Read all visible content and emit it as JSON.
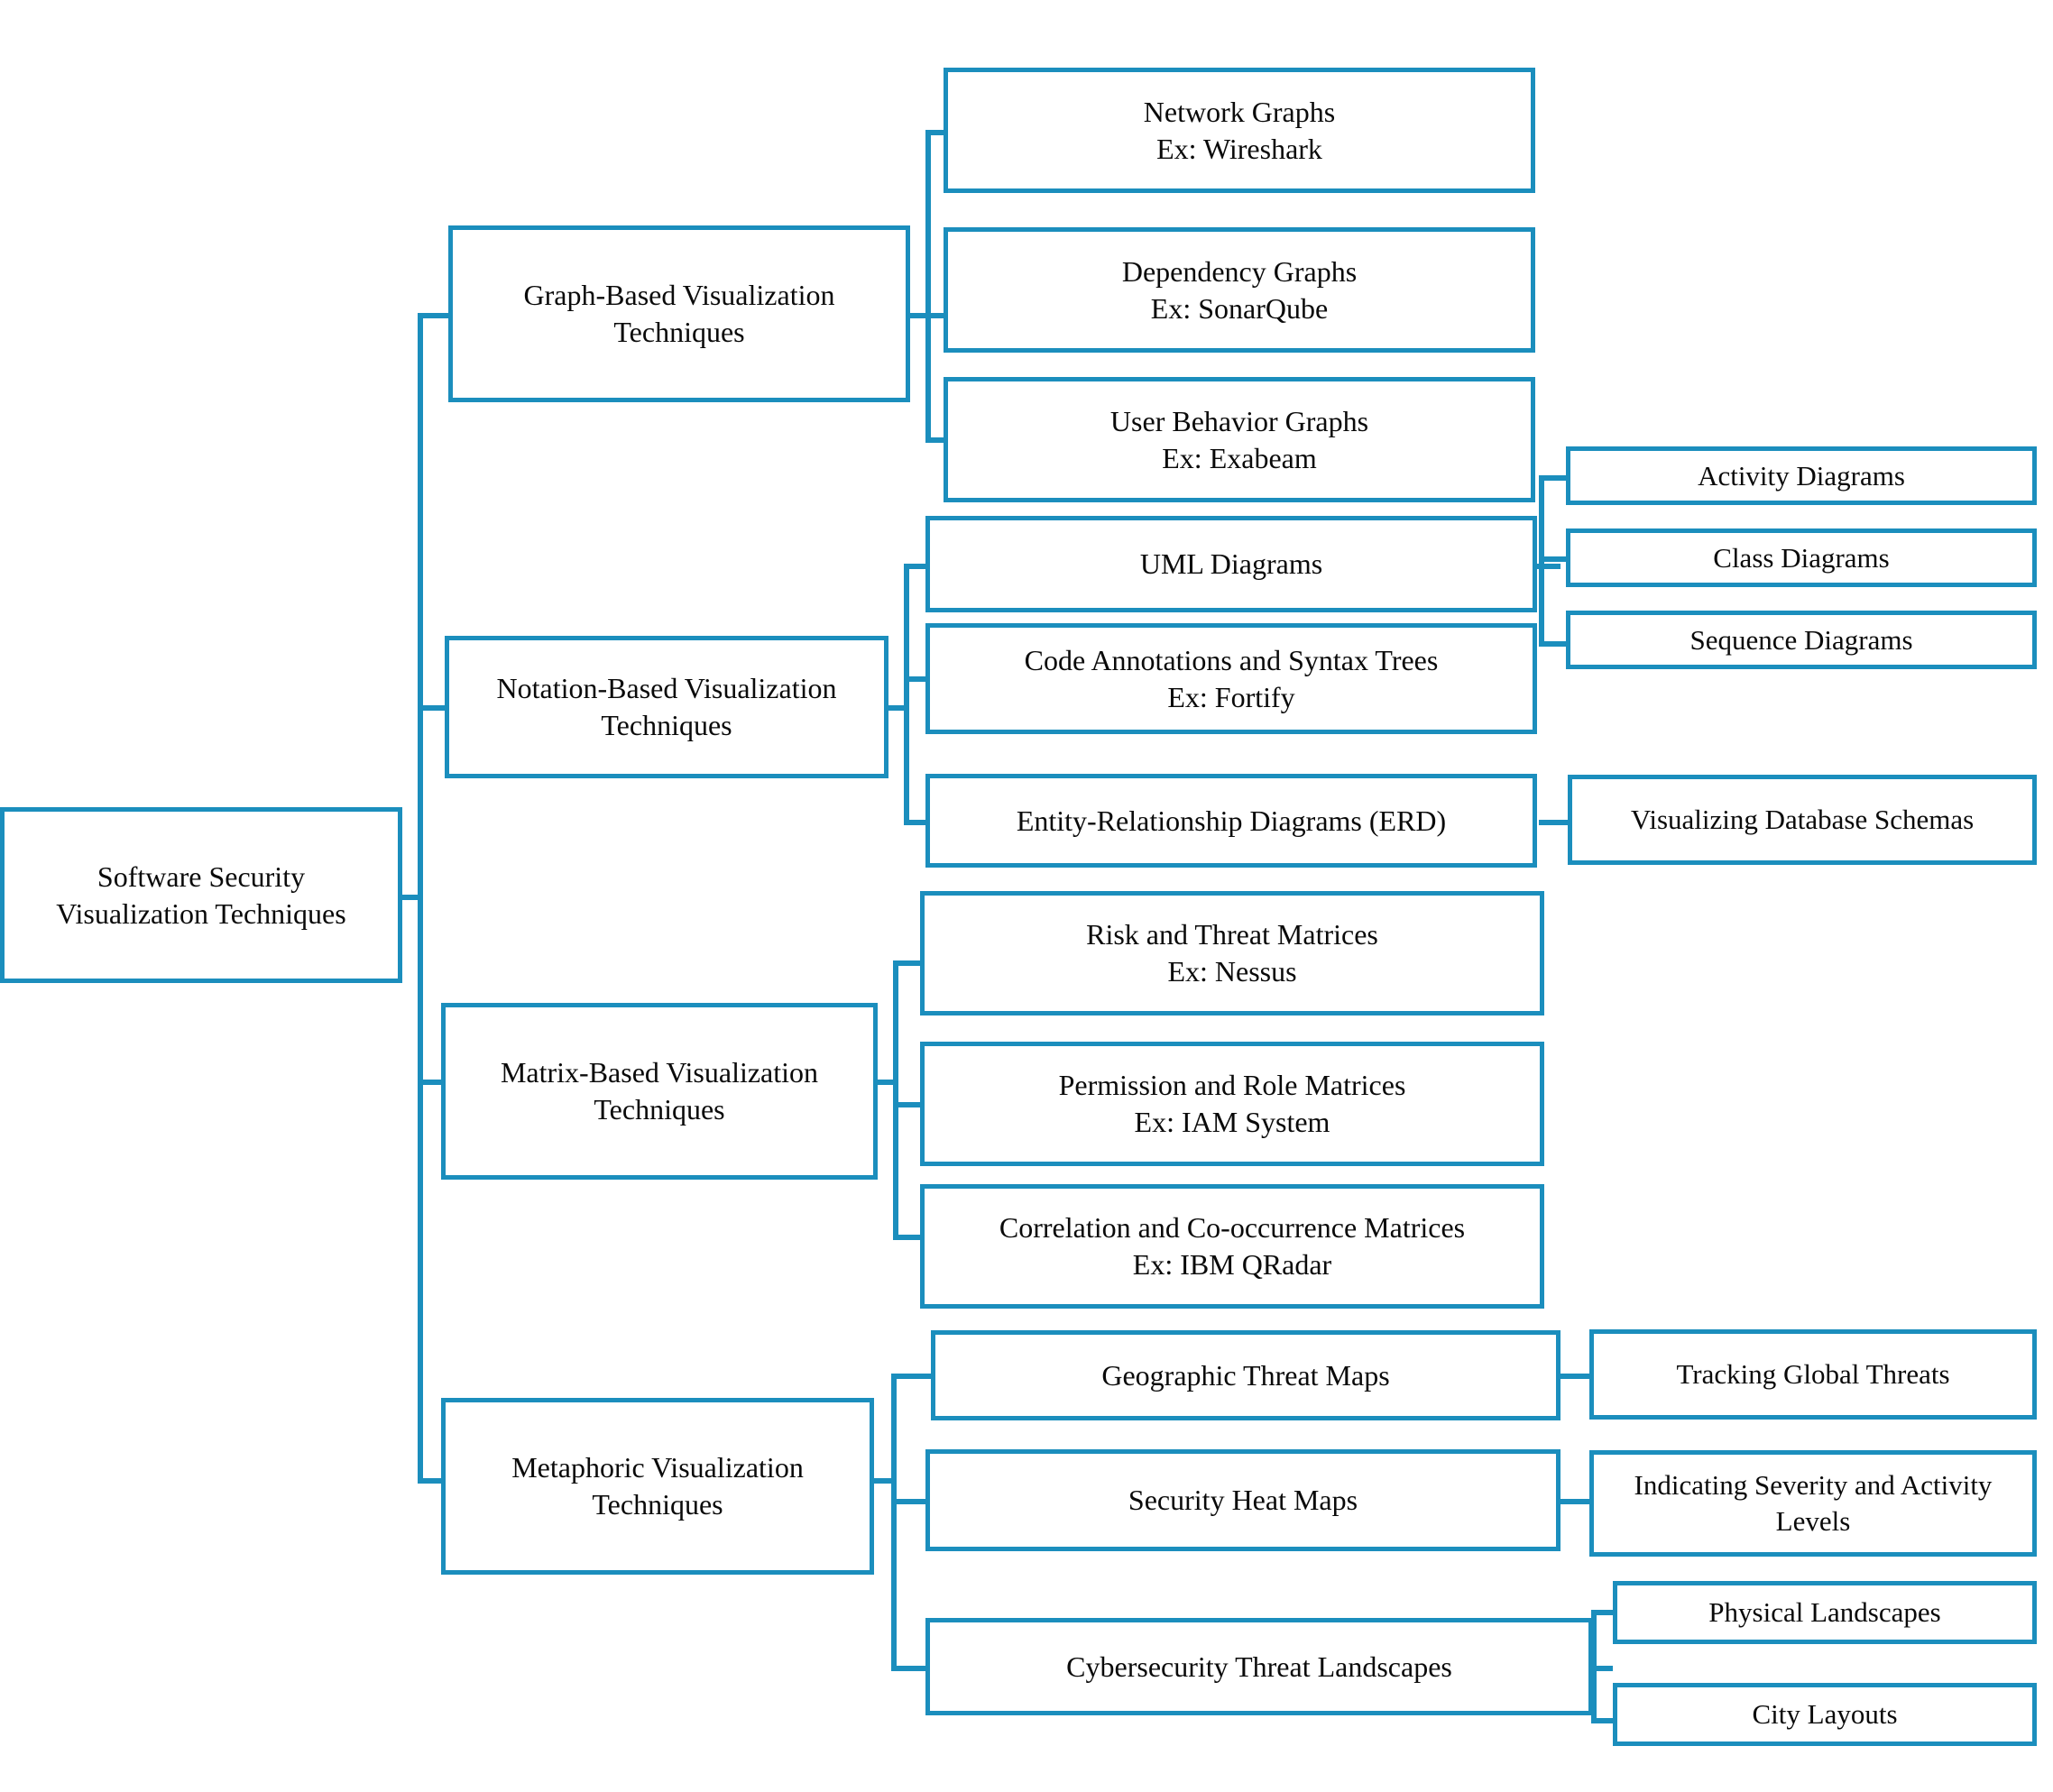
{
  "diagram": {
    "title": "Software Security Visualization Techniques",
    "type": "hierarchy-tree",
    "orientation": "left-to-right",
    "accent_color": "#1B8EBD",
    "text_color": "#0a0a0a",
    "background_color": "#FFFFFF"
  },
  "root": {
    "label": "Software Security\nVisualization Techniques",
    "line1": "Software Security",
    "line2": "Visualization Techniques"
  },
  "branches": [
    {
      "id": "graph-based",
      "line1": "Graph-Based Visualization",
      "line2": "Techniques",
      "children": [
        {
          "id": "network-graphs",
          "line1": "Network Graphs",
          "line2": "Ex: Wireshark",
          "children": []
        },
        {
          "id": "dependency-graphs",
          "line1": "Dependency Graphs",
          "line2": "Ex: SonarQube",
          "children": []
        },
        {
          "id": "user-behavior-graphs",
          "line1": "User Behavior Graphs",
          "line2": "Ex: Exabeam",
          "children": []
        }
      ]
    },
    {
      "id": "notation-based",
      "line1": "Notation-Based Visualization",
      "line2": "Techniques",
      "children": [
        {
          "id": "uml-diagrams",
          "line1": "UML Diagrams",
          "line2": "",
          "children": [
            {
              "id": "activity-diagrams",
              "line1": "Activity Diagrams",
              "line2": ""
            },
            {
              "id": "class-diagrams",
              "line1": "Class Diagrams",
              "line2": ""
            },
            {
              "id": "sequence-diagrams",
              "line1": "Sequence Diagrams",
              "line2": ""
            }
          ]
        },
        {
          "id": "code-annotations",
          "line1": "Code Annotations and Syntax Trees",
          "line2": "Ex: Fortify",
          "children": []
        },
        {
          "id": "erd",
          "line1": "Entity-Relationship Diagrams (ERD)",
          "line2": "",
          "children": [
            {
              "id": "db-schemas",
              "line1": "Visualizing Database Schemas",
              "line2": ""
            }
          ]
        }
      ]
    },
    {
      "id": "matrix-based",
      "line1": "Matrix-Based Visualization",
      "line2": "Techniques",
      "children": [
        {
          "id": "risk-threat-matrices",
          "line1": "Risk and Threat Matrices",
          "line2": "Ex: Nessus",
          "children": []
        },
        {
          "id": "permission-role-matrices",
          "line1": "Permission and Role Matrices",
          "line2": "Ex: IAM System",
          "children": []
        },
        {
          "id": "correlation-matrices",
          "line1": "Correlation and Co-occurrence Matrices",
          "line2": "Ex: IBM QRadar",
          "children": []
        }
      ]
    },
    {
      "id": "metaphoric",
      "line1": "Metaphoric Visualization",
      "line2": "Techniques",
      "children": [
        {
          "id": "geographic-threat-maps",
          "line1": "Geographic Threat Maps",
          "line2": "",
          "children": [
            {
              "id": "tracking-global-threats",
              "line1": "Tracking Global Threats",
              "line2": ""
            }
          ]
        },
        {
          "id": "security-heat-maps",
          "line1": "Security Heat Maps",
          "line2": "",
          "children": [
            {
              "id": "severity-activity-levels",
              "line1": "Indicating Severity and Activity",
              "line2": "Levels"
            }
          ]
        },
        {
          "id": "cybersecurity-threat-landscapes",
          "line1": "Cybersecurity Threat Landscapes",
          "line2": "",
          "children": [
            {
              "id": "physical-landscapes",
              "line1": "Physical Landscapes",
              "line2": ""
            },
            {
              "id": "city-layouts",
              "line1": "City Layouts",
              "line2": ""
            }
          ]
        }
      ]
    }
  ]
}
